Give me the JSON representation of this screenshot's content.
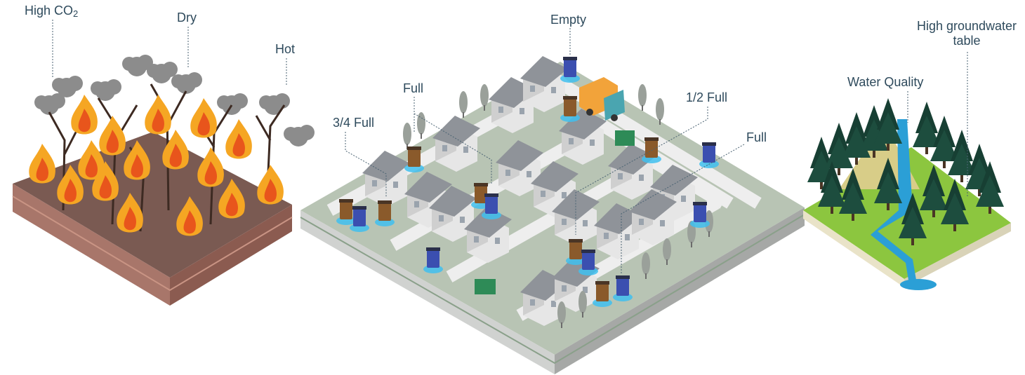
{
  "panels": {
    "wildfire": {
      "labels": {
        "co2_prefix": "High CO",
        "co2_subscript": "2",
        "dry": "Dry",
        "hot": "Hot"
      },
      "colors": {
        "flame_outer": "#f5a623",
        "flame_inner": "#e8551c",
        "smoke": "#8c8c8c",
        "soil": "#8b6358"
      }
    },
    "city": {
      "labels": {
        "empty": "Empty",
        "full_top": "Full",
        "three_quarter": "3/4 Full",
        "half": "1/2 Full",
        "full_right": "Full"
      },
      "colors": {
        "organic_bin": "#8a5a2b",
        "recycle_bin": "#3b4fb0",
        "truck": "#f2a33a",
        "dumpster": "#2e8b57",
        "ground": "#b8c4b4"
      }
    },
    "forest": {
      "labels": {
        "groundwater_line1": "High groundwater",
        "groundwater_line2": "table",
        "water_quality": "Water Quality"
      },
      "colors": {
        "tree": "#173f33",
        "water": "#2b9fd6",
        "grass": "#8cc63f"
      }
    }
  },
  "text_color": "#2e4a5c"
}
